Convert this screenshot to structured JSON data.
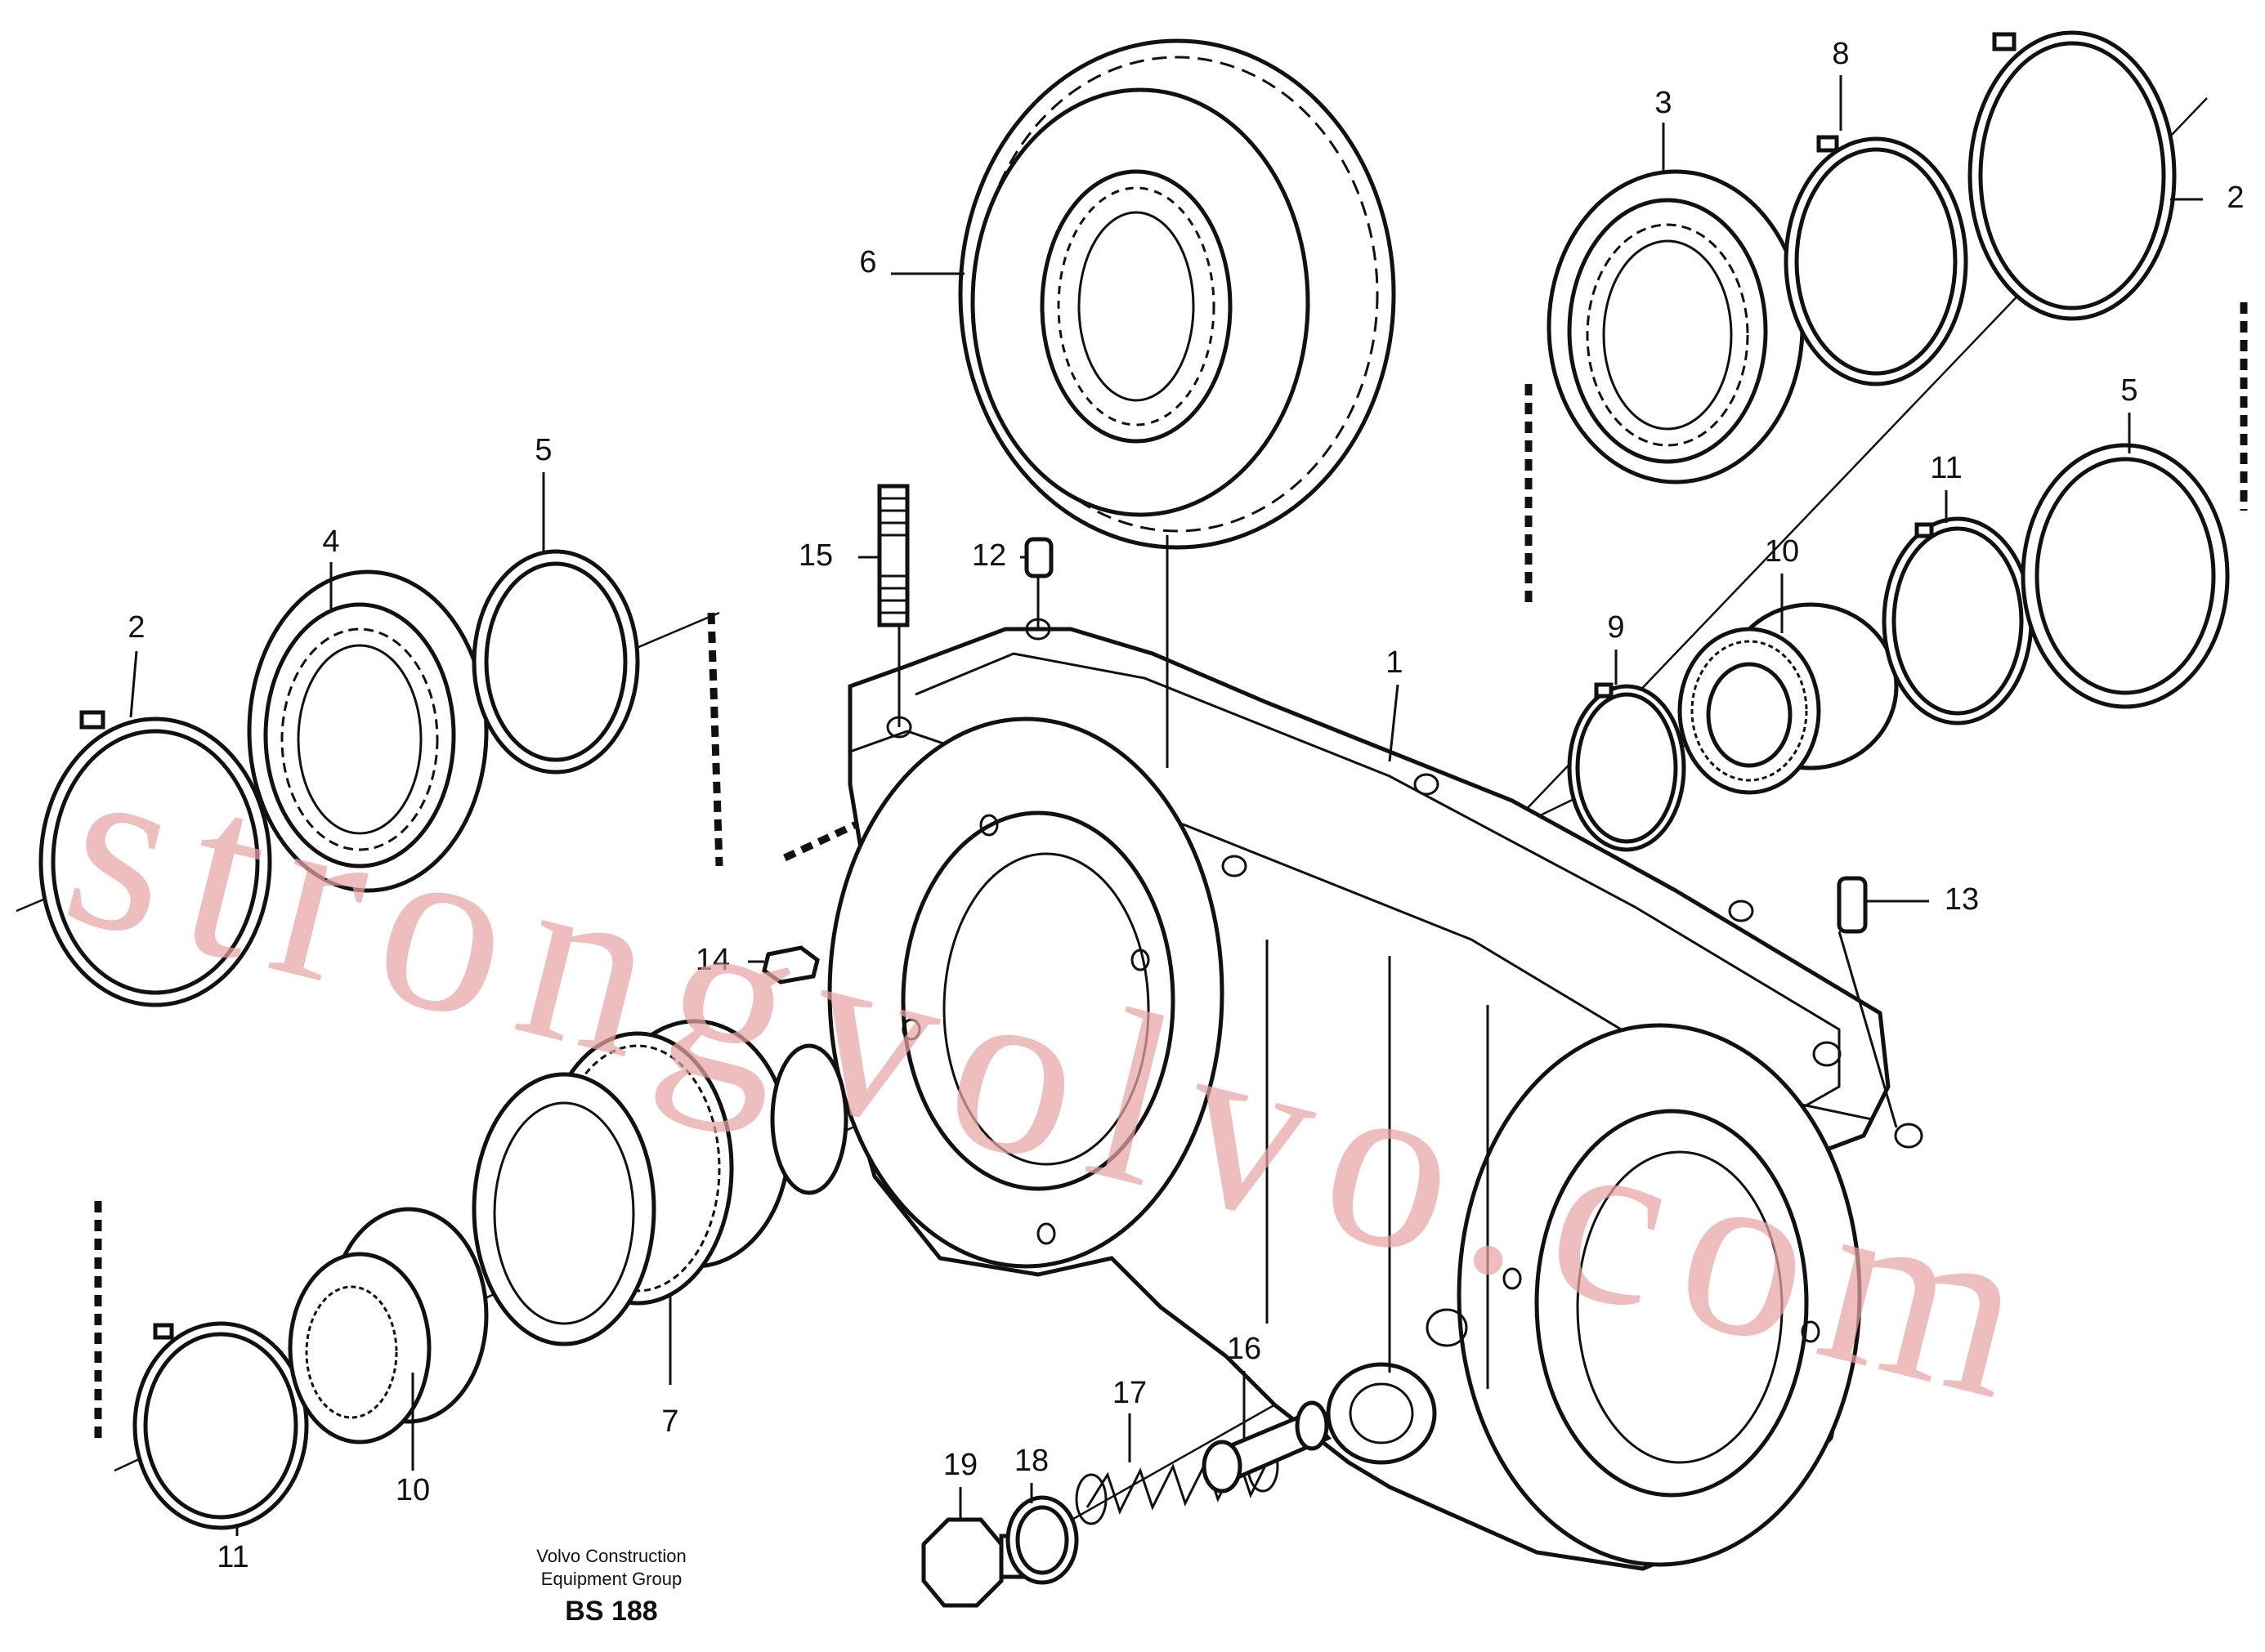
{
  "labels": {
    "l1": "1",
    "l2a": "2",
    "l2b": "2",
    "l3": "3",
    "l4": "4",
    "l5a": "5",
    "l5b": "5",
    "l6": "6",
    "l7": "7",
    "l8": "8",
    "l9": "9",
    "l10a": "10",
    "l10b": "10",
    "l11a": "11",
    "l11b": "11",
    "l12": "12",
    "l13": "13",
    "l14": "14",
    "l15": "15",
    "l16": "16",
    "l17": "17",
    "l18": "18",
    "l19": "19"
  },
  "caption": {
    "line1": "Volvo Construction",
    "line2": "Equipment Group",
    "code": "BS 188"
  },
  "watermark": "strongvolvo.com",
  "colors": {
    "ink": "#111111",
    "watermark": "#e8a4a4",
    "background": "#ffffff"
  }
}
